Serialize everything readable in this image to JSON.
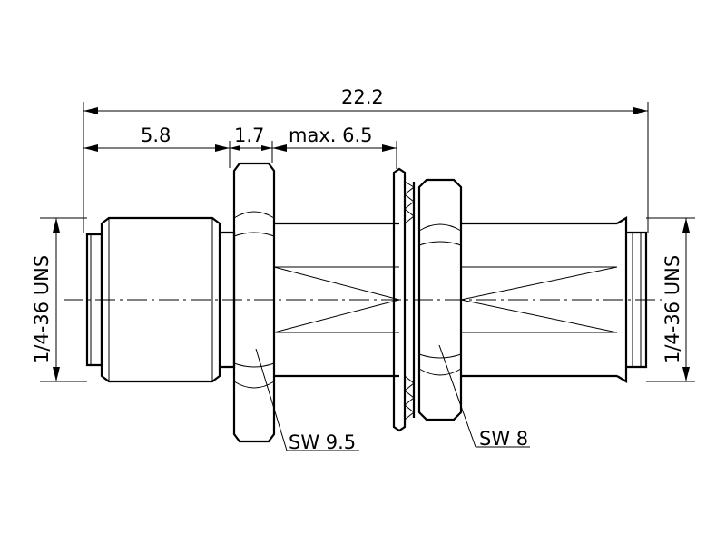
{
  "dimensions": {
    "overall_length": "22.2",
    "body_length": "5.8",
    "nut_thickness": "1.7",
    "panel_thickness": "max. 6.5"
  },
  "threads": {
    "left": "1/4-36 UNS",
    "right": "1/4-36 UNS"
  },
  "wrench_sizes": {
    "large_nut": "SW 9.5",
    "small_nut": "SW 8"
  }
}
